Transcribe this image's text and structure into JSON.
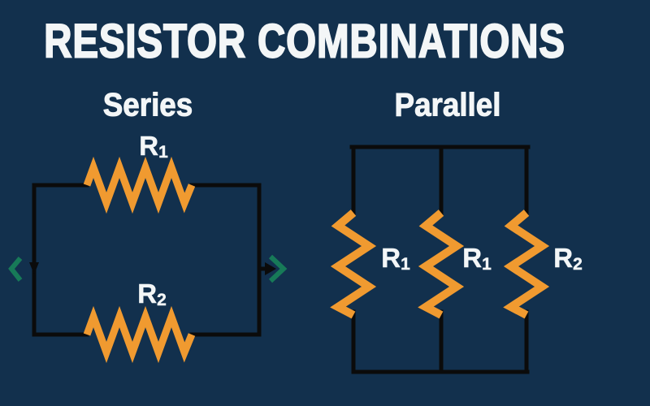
{
  "title": "RESISTOR COMBINATIONS",
  "colors": {
    "background": "#12304d",
    "wire": "#0b0b0b",
    "resistor": "#f09a30",
    "arrow_green": "#177a58",
    "text": "#f3f6f7"
  },
  "series": {
    "label": "Series",
    "resistor_labels": [
      {
        "base": "R",
        "sub": "1"
      },
      {
        "base": "R",
        "sub": "2"
      }
    ],
    "icons": [
      "chevron-left-icon",
      "arrow-down-icon",
      "arrow-right-icon",
      "chevron-right-icon"
    ]
  },
  "parallel": {
    "label": "Parallel",
    "resistor_labels": [
      {
        "base": "R",
        "sub": "1"
      },
      {
        "base": "R",
        "sub": "1"
      },
      {
        "base": "R",
        "sub": "2"
      }
    ]
  }
}
